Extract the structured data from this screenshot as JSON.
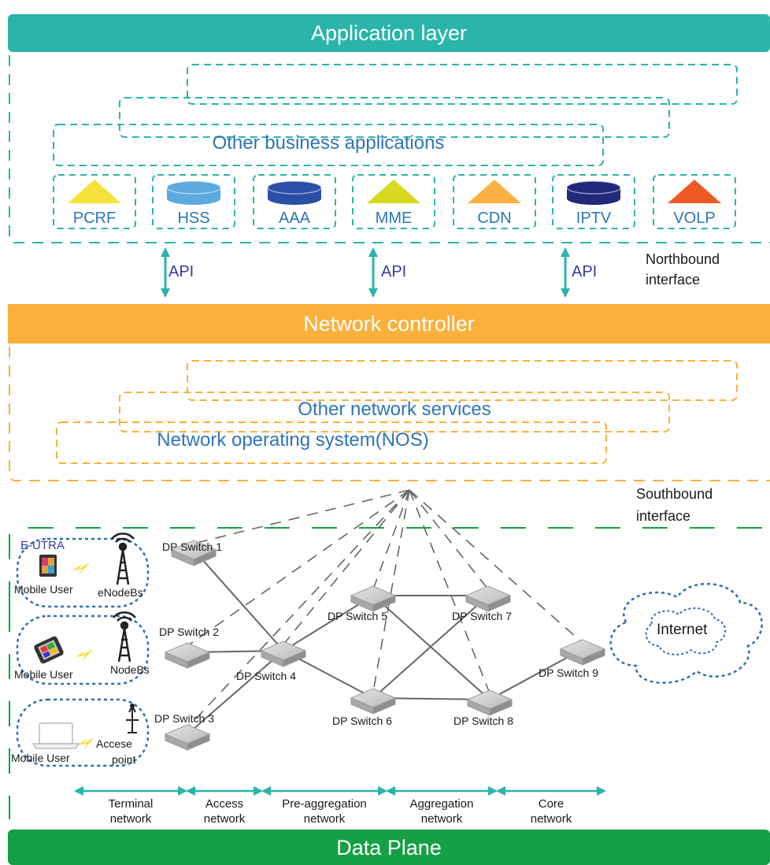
{
  "bands": {
    "application": "Application layer",
    "controller": "Network controller",
    "data_plane": "Data Plane"
  },
  "application_layer": {
    "other_apps": "Other business applications",
    "apps": [
      {
        "label": "PCRF",
        "icon": "triangle-icon",
        "color": "#f5e23a"
      },
      {
        "label": "HSS",
        "icon": "database-icon",
        "color": "#5ba9dd"
      },
      {
        "label": "AAA",
        "icon": "database-icon",
        "color": "#2b4fa6"
      },
      {
        "label": "MME",
        "icon": "triangle-icon",
        "color": "#d9d91f"
      },
      {
        "label": "CDN",
        "icon": "triangle-icon",
        "color": "#fbb040"
      },
      {
        "label": "IPTV",
        "icon": "database-icon",
        "color": "#22287a"
      },
      {
        "label": "VOLP",
        "icon": "triangle-icon",
        "color": "#ef5a24"
      }
    ]
  },
  "interfaces": {
    "api": [
      "API",
      "API",
      "API"
    ],
    "northbound": [
      "Northbound",
      "interface"
    ],
    "southbound": [
      "Southbound",
      "interface"
    ]
  },
  "controller_layer": {
    "other_services": "Other network services",
    "nos": "Network operating system(NOS)"
  },
  "data_plane": {
    "terminal_groups": [
      {
        "tag": "E-UTRA",
        "user": "Mobile User",
        "station": "eNodeBs"
      },
      {
        "tag": "",
        "user": "Mobile User",
        "station": "NodeBs"
      },
      {
        "tag": "",
        "user": "Mobile User",
        "station": [
          "Accese",
          "point"
        ]
      }
    ],
    "switches": [
      "DP Switch 1",
      "DP Switch 2",
      "DP Switch 3",
      "DP Switch 4",
      "DP Switch 5",
      "DP Switch 6",
      "DP Switch 7",
      "DP Switch 8",
      "DP Switch 9"
    ],
    "internet": "Internet",
    "segments": [
      [
        "Terminal",
        "network"
      ],
      [
        "Access",
        "network"
      ],
      [
        "Pre-aggregation",
        "network"
      ],
      [
        "Aggregation",
        "network"
      ],
      [
        "Core",
        "network"
      ]
    ]
  },
  "colors": {
    "teal": "#2ab5ab",
    "orange": "#fbb03b",
    "green": "#16a045",
    "blue_text": "#2e75b6",
    "dashed_blue": "#2e6fb8"
  }
}
